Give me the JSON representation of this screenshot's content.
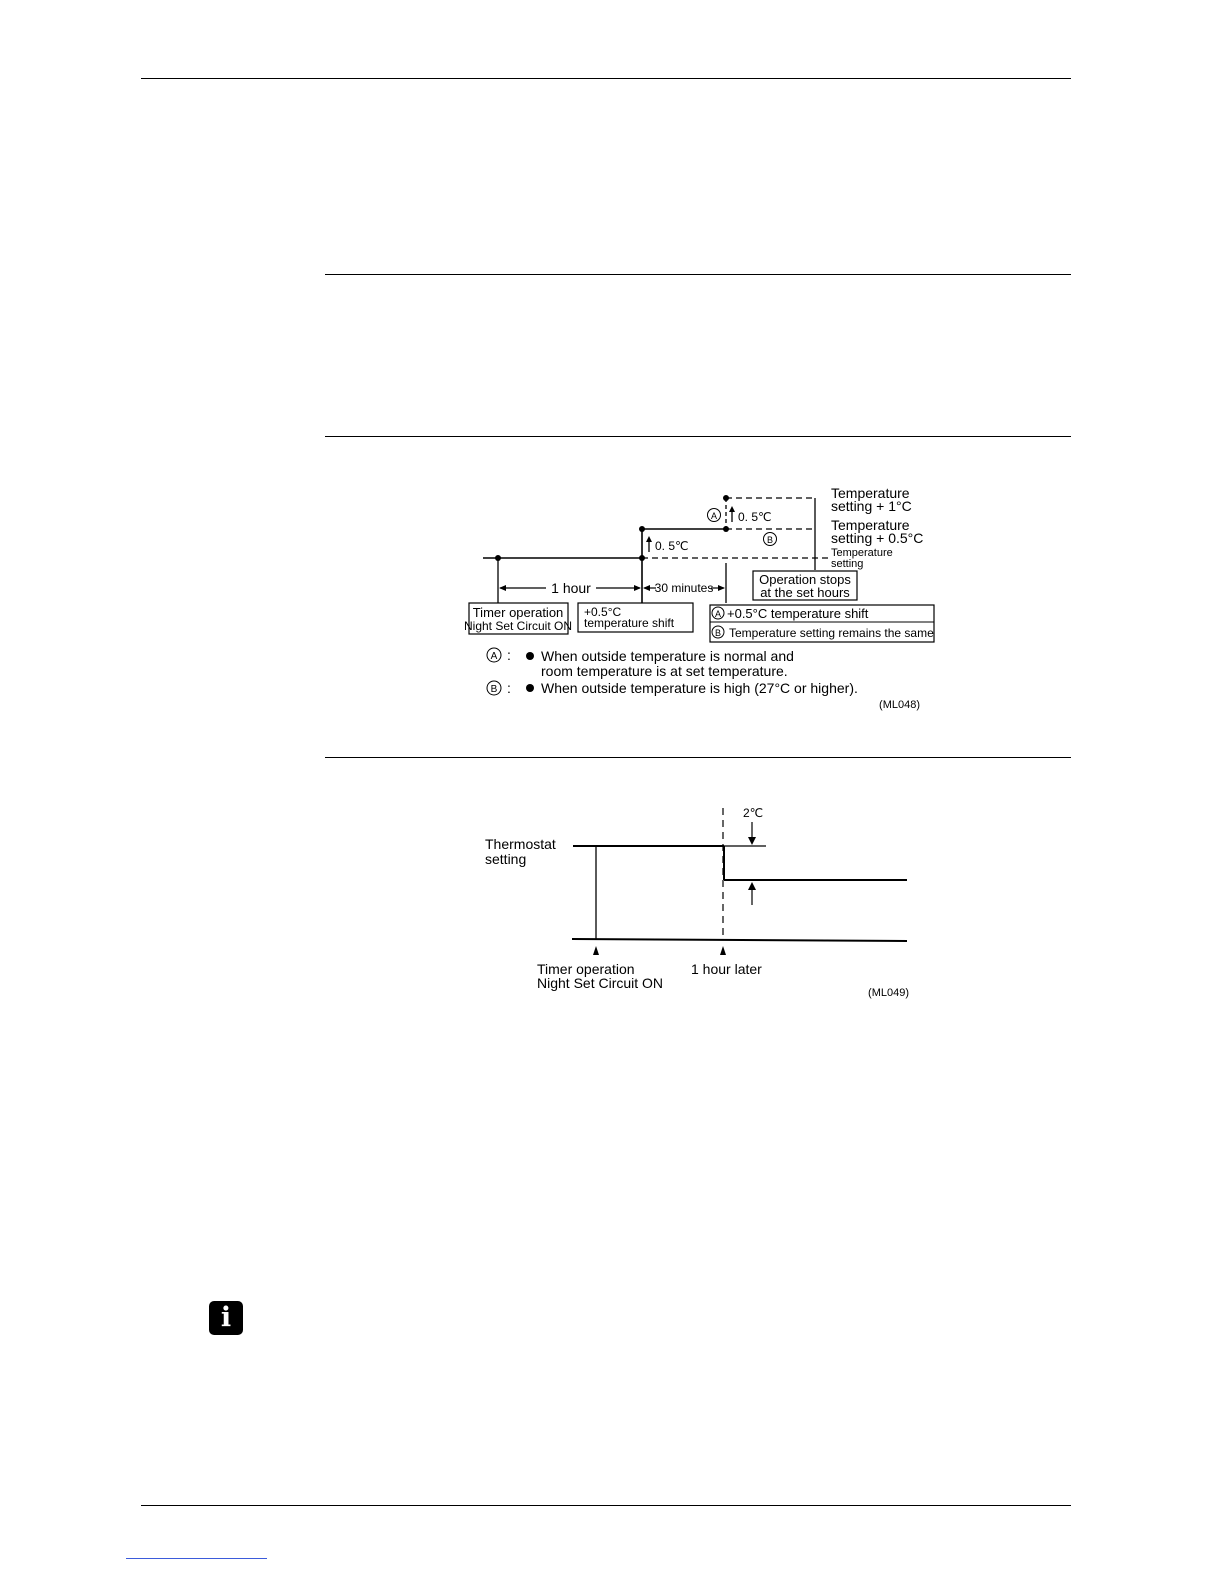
{
  "figure1": {
    "label_temp_plus_1_l1": "Temperature",
    "label_temp_plus_1_l2": "setting + 1°C",
    "label_temp_plus_05_l1": "Temperature",
    "label_temp_plus_05_l2": "setting + 0.5°C",
    "label_temp_setting_l1": "Temperature",
    "label_temp_setting_l2": "setting",
    "marker_a": "A",
    "marker_b": "B",
    "rise_upper": "0. 5℃",
    "rise_lower": "0. 5℃",
    "interval_1": "1 hour",
    "interval_2": "30 minutes",
    "box_stop_l1": "Operation stops",
    "box_stop_l2": "at the set hours",
    "box_timer_l1": "Timer operation",
    "box_timer_l2": "Night Set Circuit ON",
    "box_shift_l1": "+0.5°C",
    "box_shift_l2": "temperature shift",
    "box_a_text": "+0.5°C temperature shift",
    "box_b_text": "Temperature setting remains the same",
    "legend_a_sep": ":",
    "legend_a_l1": "When outside temperature is normal and",
    "legend_a_l2": "room temperature is at set temperature.",
    "legend_b_sep": ":",
    "legend_b_l1": "When outside temperature is high (27°C or higher).",
    "code": "(ML048)"
  },
  "figure2": {
    "label_thermostat_l1": "Thermostat",
    "label_thermostat_l2": "setting",
    "delta": "2℃",
    "label_timer_l1": "Timer operation",
    "label_timer_l2": "Night Set Circuit ON",
    "label_later": "1 hour later",
    "code": "(ML049)"
  },
  "info_icon_glyph": "i"
}
